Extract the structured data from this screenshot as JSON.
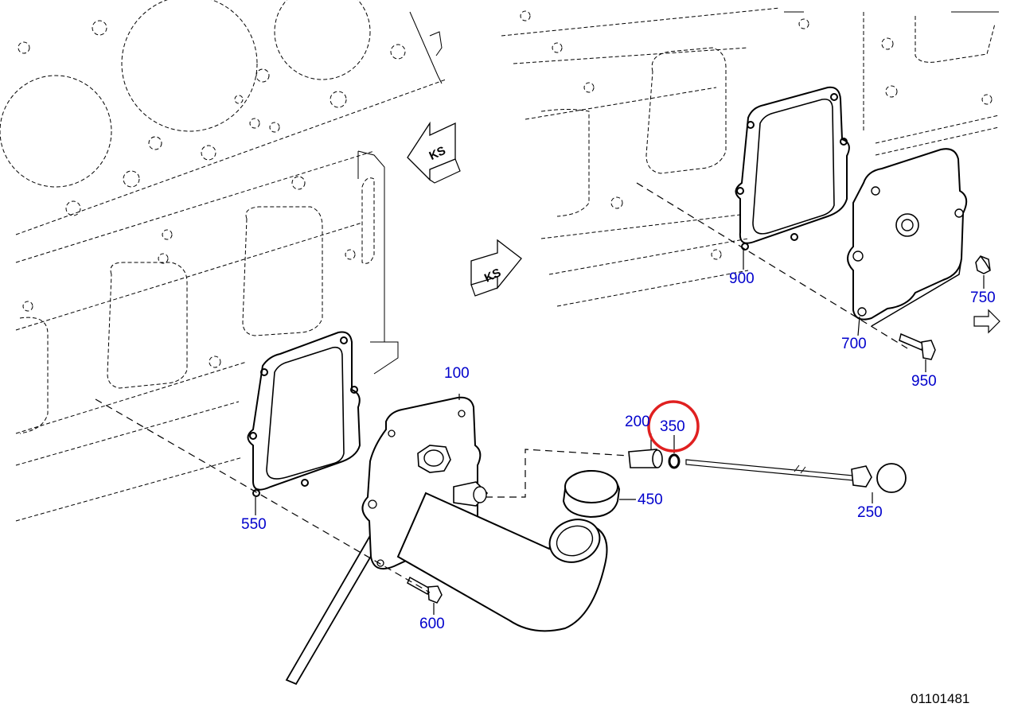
{
  "colors": {
    "label": "#0000cc",
    "line": "#000000",
    "highlight": "#e02020"
  },
  "arrows": {
    "upper": "KS",
    "lower": "KS"
  },
  "parts": [
    {
      "id": "100",
      "label": "100"
    },
    {
      "id": "200",
      "label": "200"
    },
    {
      "id": "250",
      "label": "250"
    },
    {
      "id": "350",
      "label": "350",
      "highlighted": true
    },
    {
      "id": "450",
      "label": "450"
    },
    {
      "id": "550",
      "label": "550"
    },
    {
      "id": "600",
      "label": "600"
    },
    {
      "id": "700",
      "label": "700"
    },
    {
      "id": "750",
      "label": "750"
    },
    {
      "id": "900",
      "label": "900"
    },
    {
      "id": "950",
      "label": "950"
    }
  ],
  "drawing_number": "01101481"
}
